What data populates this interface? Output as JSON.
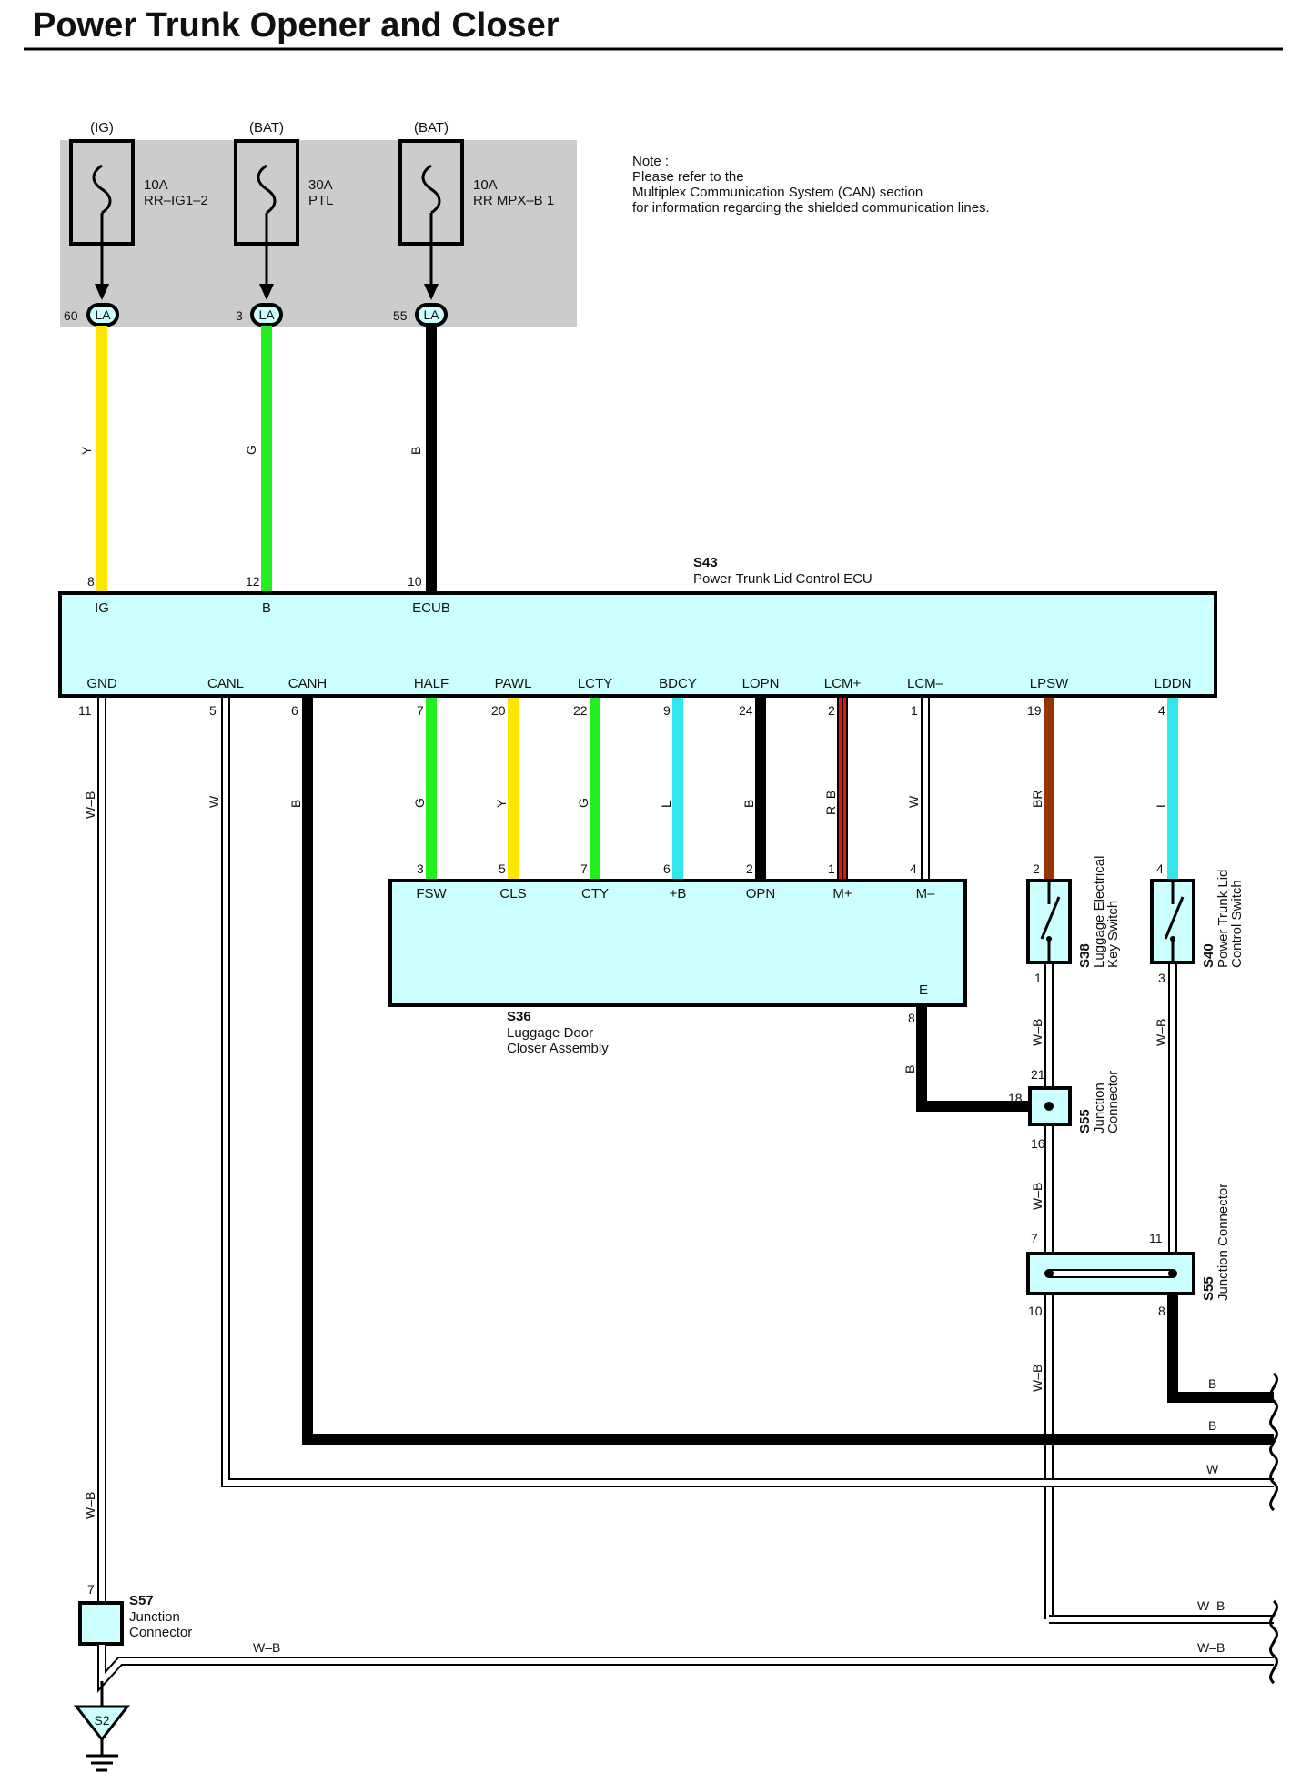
{
  "title": "Power Trunk Opener and Closer",
  "note": {
    "line1": "Note :",
    "line2": "Please refer to the",
    "line3": "Multiplex Communication System (CAN) section",
    "line4": "for information regarding the shielded communication lines."
  },
  "fuses": [
    {
      "source": "(IG)",
      "amp": "10A",
      "name": "RR–IG1–2",
      "pin": "60",
      "connector": "LA"
    },
    {
      "source": "(BAT)",
      "amp": "30A",
      "name": "PTL",
      "pin": "3",
      "connector": "LA"
    },
    {
      "source": "(BAT)",
      "amp": "10A",
      "name": "RR MPX–B 1",
      "pin": "55",
      "connector": "LA"
    }
  ],
  "ecu": {
    "id": "S43",
    "name": "Power Trunk Lid Control ECU",
    "top_pins": [
      {
        "pin": "8",
        "label": "IG",
        "wire": "Y"
      },
      {
        "pin": "12",
        "label": "B",
        "wire": "G"
      },
      {
        "pin": "10",
        "label": "ECUB",
        "wire": "B"
      }
    ],
    "bottom_pins": [
      {
        "pin": "11",
        "label": "GND",
        "wire": "W–B"
      },
      {
        "pin": "5",
        "label": "CANL",
        "wire": "W"
      },
      {
        "pin": "6",
        "label": "CANH",
        "wire": "B"
      },
      {
        "pin": "7",
        "label": "HALF",
        "wire": "G"
      },
      {
        "pin": "20",
        "label": "PAWL",
        "wire": "Y"
      },
      {
        "pin": "22",
        "label": "LCTY",
        "wire": "G"
      },
      {
        "pin": "9",
        "label": "BDCY",
        "wire": "L"
      },
      {
        "pin": "24",
        "label": "LOPN",
        "wire": "B"
      },
      {
        "pin": "2",
        "label": "LCM+",
        "wire": "R–B"
      },
      {
        "pin": "1",
        "label": "LCM–",
        "wire": "W"
      },
      {
        "pin": "19",
        "label": "LPSW",
        "wire": "BR"
      },
      {
        "pin": "4",
        "label": "LDDN",
        "wire": "L"
      }
    ]
  },
  "closer": {
    "id": "S36",
    "name1": "Luggage Door",
    "name2": "Closer Assembly",
    "pins": [
      {
        "pin": "3",
        "label": "FSW"
      },
      {
        "pin": "5",
        "label": "CLS"
      },
      {
        "pin": "7",
        "label": "CTY"
      },
      {
        "pin": "6",
        "label": "+B"
      },
      {
        "pin": "2",
        "label": "OPN"
      },
      {
        "pin": "1",
        "label": "M+"
      },
      {
        "pin": "4",
        "label": "M–"
      }
    ],
    "e_label": "E",
    "e_pin": "8",
    "e_wire": "B"
  },
  "s38": {
    "id": "S38",
    "name1": "Luggage Electrical",
    "name2": "Key Switch",
    "pin_top": "2",
    "pin_bottom": "1",
    "wire": "W–B"
  },
  "s40": {
    "id": "S40",
    "name1": "Power Trunk Lid",
    "name2": "Control Switch",
    "pin_top": "4",
    "pin_bottom": "3",
    "wire": "W–B"
  },
  "s55a": {
    "id": "S55",
    "name1": "Junction",
    "name2": "Connector",
    "pin_top": "21",
    "pin_left": "18",
    "pin_bottom": "16",
    "wire": "W–B"
  },
  "s55b": {
    "id": "S55",
    "name": "Junction Connector",
    "pin_tl": "7",
    "pin_tr": "11",
    "pin_bl": "10",
    "pin_br": "8",
    "wire": "W–B"
  },
  "s57": {
    "id": "S57",
    "name1": "Junction",
    "name2": "Connector",
    "pin": "7",
    "wire": "W–B"
  },
  "ground": {
    "label": "S2"
  },
  "right_exits": [
    "B",
    "B",
    "W",
    "W–B",
    "W–B"
  ],
  "bottom_wire": "W–B",
  "colors": {
    "connector_fill": "#ccffff",
    "fuse_panel": "#cccccc",
    "yellow": "#ffe600",
    "green": "#22ee22",
    "cyan": "#33e6ee",
    "brown": "#993300",
    "red": "#ee1111",
    "black": "#000000"
  }
}
